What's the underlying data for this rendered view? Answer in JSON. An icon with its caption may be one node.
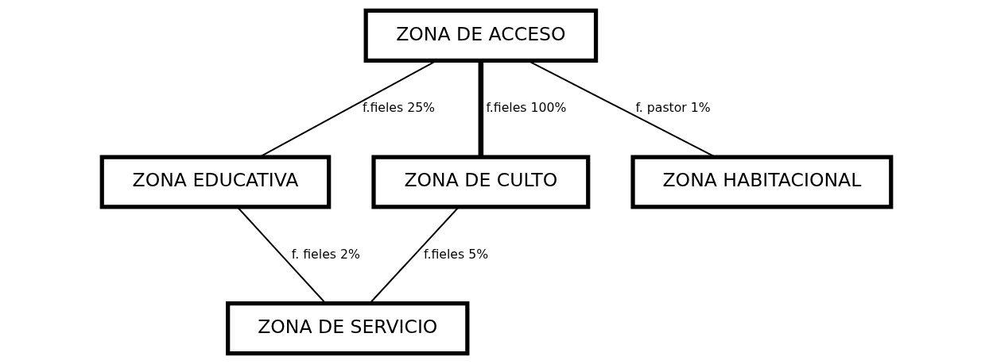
{
  "diagram": {
    "nodes": [
      {
        "text": [
          "ZONA DE ACCESO"
        ]
      },
      {
        "text": [
          "ZONA EDUCATIVA"
        ]
      },
      {
        "text": [
          "ZONA DE CULTO"
        ]
      },
      {
        "text": [
          "ZONA HABITACIONAL"
        ]
      },
      {
        "text": [
          "ZONA DE SERVICIO"
        ]
      }
    ],
    "edges": [
      {
        "from": 0,
        "to": 1,
        "arrow": "none",
        "label": "f.fieles 25%"
      },
      {
        "from": 0,
        "to": 2,
        "arrow": "none",
        "label": "f.fieles 100%",
        "style": "thick"
      },
      {
        "from": 0,
        "to": 3,
        "arrow": "none",
        "label": "f. pastor 1%"
      },
      {
        "from": 1,
        "to": 4,
        "arrow": "none",
        "label": "f. fieles 2%"
      },
      {
        "from": 2,
        "to": 4,
        "arrow": "none",
        "label": "f.fieles 5%"
      }
    ]
  }
}
